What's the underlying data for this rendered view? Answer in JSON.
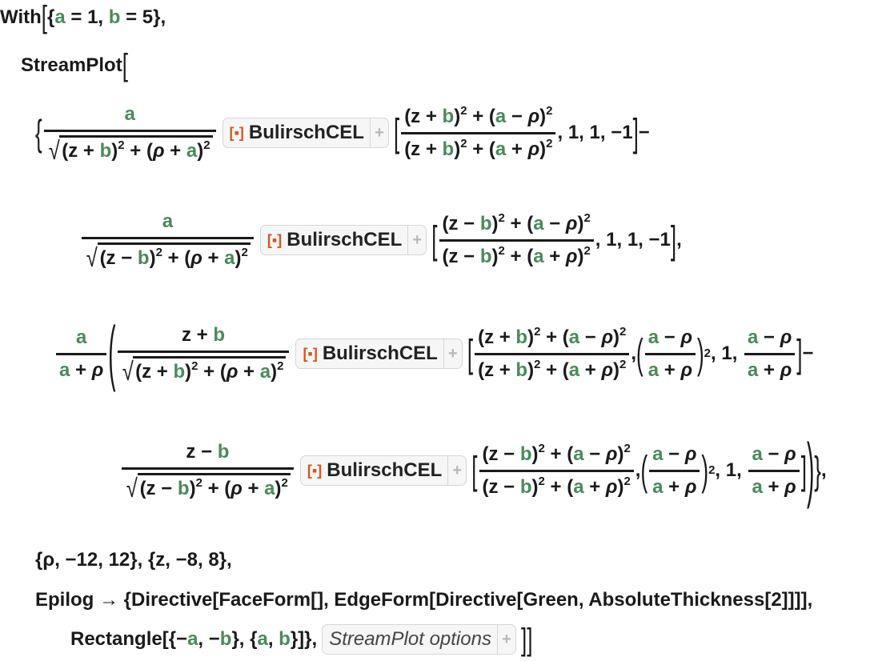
{
  "code": {
    "with_keyword": "With",
    "with_bindings": {
      "a_name": "a",
      "a_value": "1",
      "b_name": "b",
      "b_value": "5"
    },
    "function_name": "StreamPlot",
    "template_label": "BulirschCEL",
    "template_icon": "stop-square-icon",
    "vars": {
      "a": "a",
      "b": "b",
      "rho": "ρ",
      "z": "z"
    },
    "line1": {
      "numerator": "a",
      "denominator_sqrt": "(z + b)² + (ρ + a)²",
      "arg_numerator": "(z + b)² + (a − ρ)²",
      "arg_denominator": "(z + b)² + (a + ρ)²",
      "tail_args": ", 1, 1, −1",
      "operator": "−"
    },
    "line2": {
      "numerator": "a",
      "denominator_sqrt": "(z − b)² + (ρ + a)²",
      "arg_numerator": "(z − b)² + (a − ρ)²",
      "arg_denominator": "(z − b)² + (a + ρ)²",
      "tail_args": ", 1, 1, −1",
      "end": "],"
    },
    "line3": {
      "prefactor_num": "a",
      "prefactor_den": "a + ρ",
      "numerator": "z + b",
      "denominator_sqrt": "(z + b)² + (ρ + a)²",
      "arg_numerator": "(z + b)² + (a − ρ)²",
      "arg_denominator": "(z + b)² + (a + ρ)²",
      "k_num": "a − ρ",
      "k_den": "a + ρ",
      "const": "1",
      "p_num": "a − ρ",
      "p_den": "a + ρ",
      "operator": "−"
    },
    "line4": {
      "numerator": "z − b",
      "denominator_sqrt": "(z − b)² + (ρ + a)²",
      "arg_numerator": "(z − b)² + (a − ρ)²",
      "arg_denominator": "(z − b)² + (a + ρ)²",
      "k_num": "a − ρ",
      "k_den": "a + ρ",
      "const": "1",
      "p_num": "a − ρ",
      "p_den": "a + ρ",
      "end": "]}),"
    },
    "ranges": "{ρ, −12, 12}, {z, −8, 8},",
    "epilog": "Epilog → {Directive[FaceForm[], EdgeForm[Directive[Green, AbsoluteThickness[2]]]],",
    "rectangle": {
      "prefix": "Rectangle[{−",
      "a1": "a",
      "mid1": ", −",
      "b1": "b",
      "mid2": "}, {",
      "a2": "a",
      "mid3": ", ",
      "b2": "b",
      "suffix": "}]},"
    },
    "options_placeholder": "StreamPlot options",
    "closing": "]]"
  },
  "colors": {
    "variable": "#4a8a5c",
    "template_icon": "#d9541e",
    "text": "#1a1a1a"
  }
}
